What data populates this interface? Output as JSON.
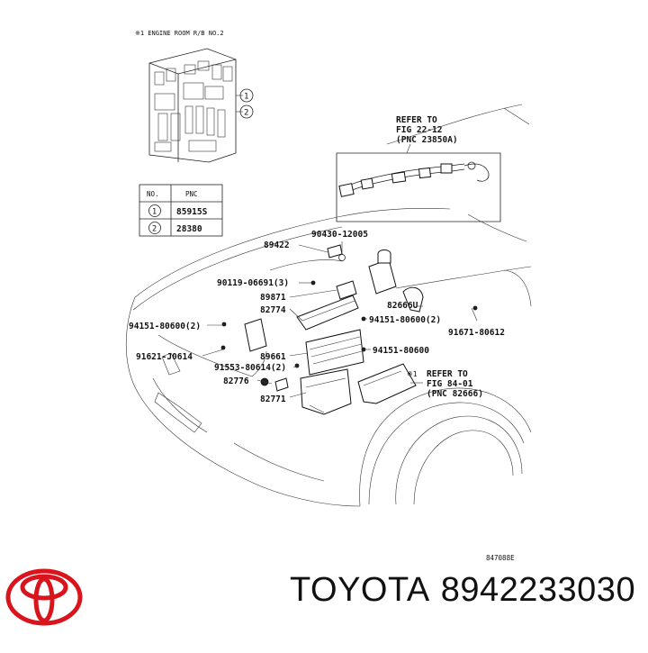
{
  "fuse_box_title": "※1 ENGINE ROOM R/B NO.2",
  "table": {
    "headers": [
      "NO.",
      "PNC"
    ],
    "rows": [
      {
        "no": "1",
        "pnc": "85915S"
      },
      {
        "no": "2",
        "pnc": "28380"
      }
    ]
  },
  "refer_top": [
    "REFER TO",
    "FIG 22-12",
    "(PNC 23850A)"
  ],
  "refer_bottom": {
    "mark": "※1",
    "lines": [
      "REFER TO",
      "FIG 84-01",
      "(PNC 82666)"
    ]
  },
  "part_labels": {
    "p89422": "89422",
    "p9043012005": "90430-12005",
    "p9011906691": "90119-06691(3)",
    "p89871": "89871",
    "p82774": "82774",
    "p82666u": "82666U",
    "p9415180600_2a": "94151-80600(2)",
    "p9415180600_2b": "94151-80600(2)",
    "p9167180612": "91671-80612",
    "p89661": "89661",
    "p9415180600": "94151-80600",
    "p91621j0614": "91621-J0614",
    "p9155380614": "91553-80614(2)",
    "p82776": "82776",
    "p82771": "82771"
  },
  "diagram_code": "847088E",
  "brand": "TOYOTA",
  "part_number": "8942233030",
  "colors": {
    "logo_red": "#d9141c",
    "line": "#222222"
  },
  "icons": {
    "logo": "toyota-logo-icon",
    "callout_1": "circled-1-icon",
    "callout_2": "circled-2-icon"
  }
}
